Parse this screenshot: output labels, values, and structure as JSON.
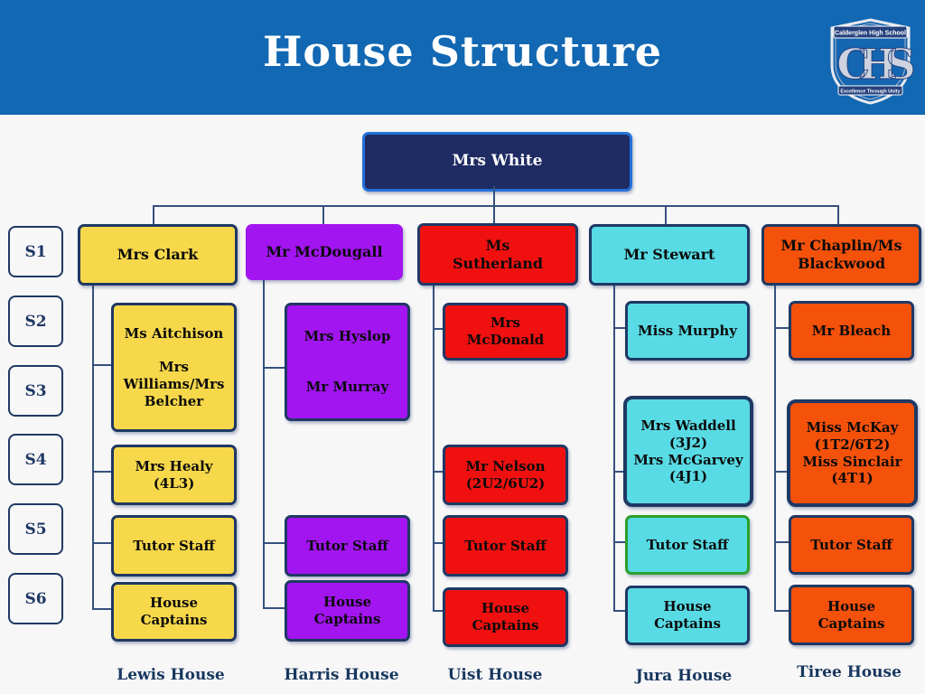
{
  "header": {
    "title": "House Structure"
  },
  "logo": {
    "school": "Calderglen High School",
    "monogram": "CHS",
    "motto": "Excellence Through Unity"
  },
  "root": {
    "label": "Mrs White"
  },
  "year_labels": [
    "S1",
    "S2",
    "S3",
    "S4",
    "S5",
    "S6"
  ],
  "houses": [
    {
      "name": "Lewis House",
      "head": "Mrs Clark",
      "children": [
        "Ms Aitchison\n\nMrs\nWilliams/Mrs\nBelcher",
        "Mrs Healy\n(4L3)",
        "Tutor Staff",
        "House\nCaptains"
      ]
    },
    {
      "name": "Harris House",
      "head": "Mr McDougall",
      "children": [
        "Mrs Hyslop\n\n\nMr Murray",
        "Tutor Staff",
        "House\nCaptains"
      ]
    },
    {
      "name": "Uist House",
      "head": "Ms\nSutherland",
      "children": [
        "Mrs\nMcDonald",
        "Mr Nelson\n(2U2/6U2)",
        "Tutor Staff",
        "House\nCaptains"
      ]
    },
    {
      "name": "Jura House",
      "head": "Mr Stewart",
      "children": [
        "Miss Murphy",
        "Mrs Waddell\n(3J2)\nMrs McGarvey\n(4J1)",
        "Tutor Staff",
        "House\nCaptains"
      ]
    },
    {
      "name": "Tiree House",
      "head": "Mr Chaplin/Ms\nBlackwood",
      "children": [
        "Mr Bleach",
        "Miss McKay\n(1T2/6T2)\nMiss Sinclair\n(4T1)",
        "Tutor Staff",
        "House\nCaptains"
      ]
    }
  ],
  "colors": {
    "header": "#1268B2",
    "navy": "#1F3864",
    "root": "#1F2B63",
    "rootborder": "#2372D9",
    "lewis": "#F7D84B",
    "harris": "#A215F0",
    "uist": "#F11010",
    "jura": "#58DBE5",
    "tiree": "#F4510B",
    "green": "#2BA02B",
    "line": "#35517E",
    "footer": "#17375E"
  }
}
